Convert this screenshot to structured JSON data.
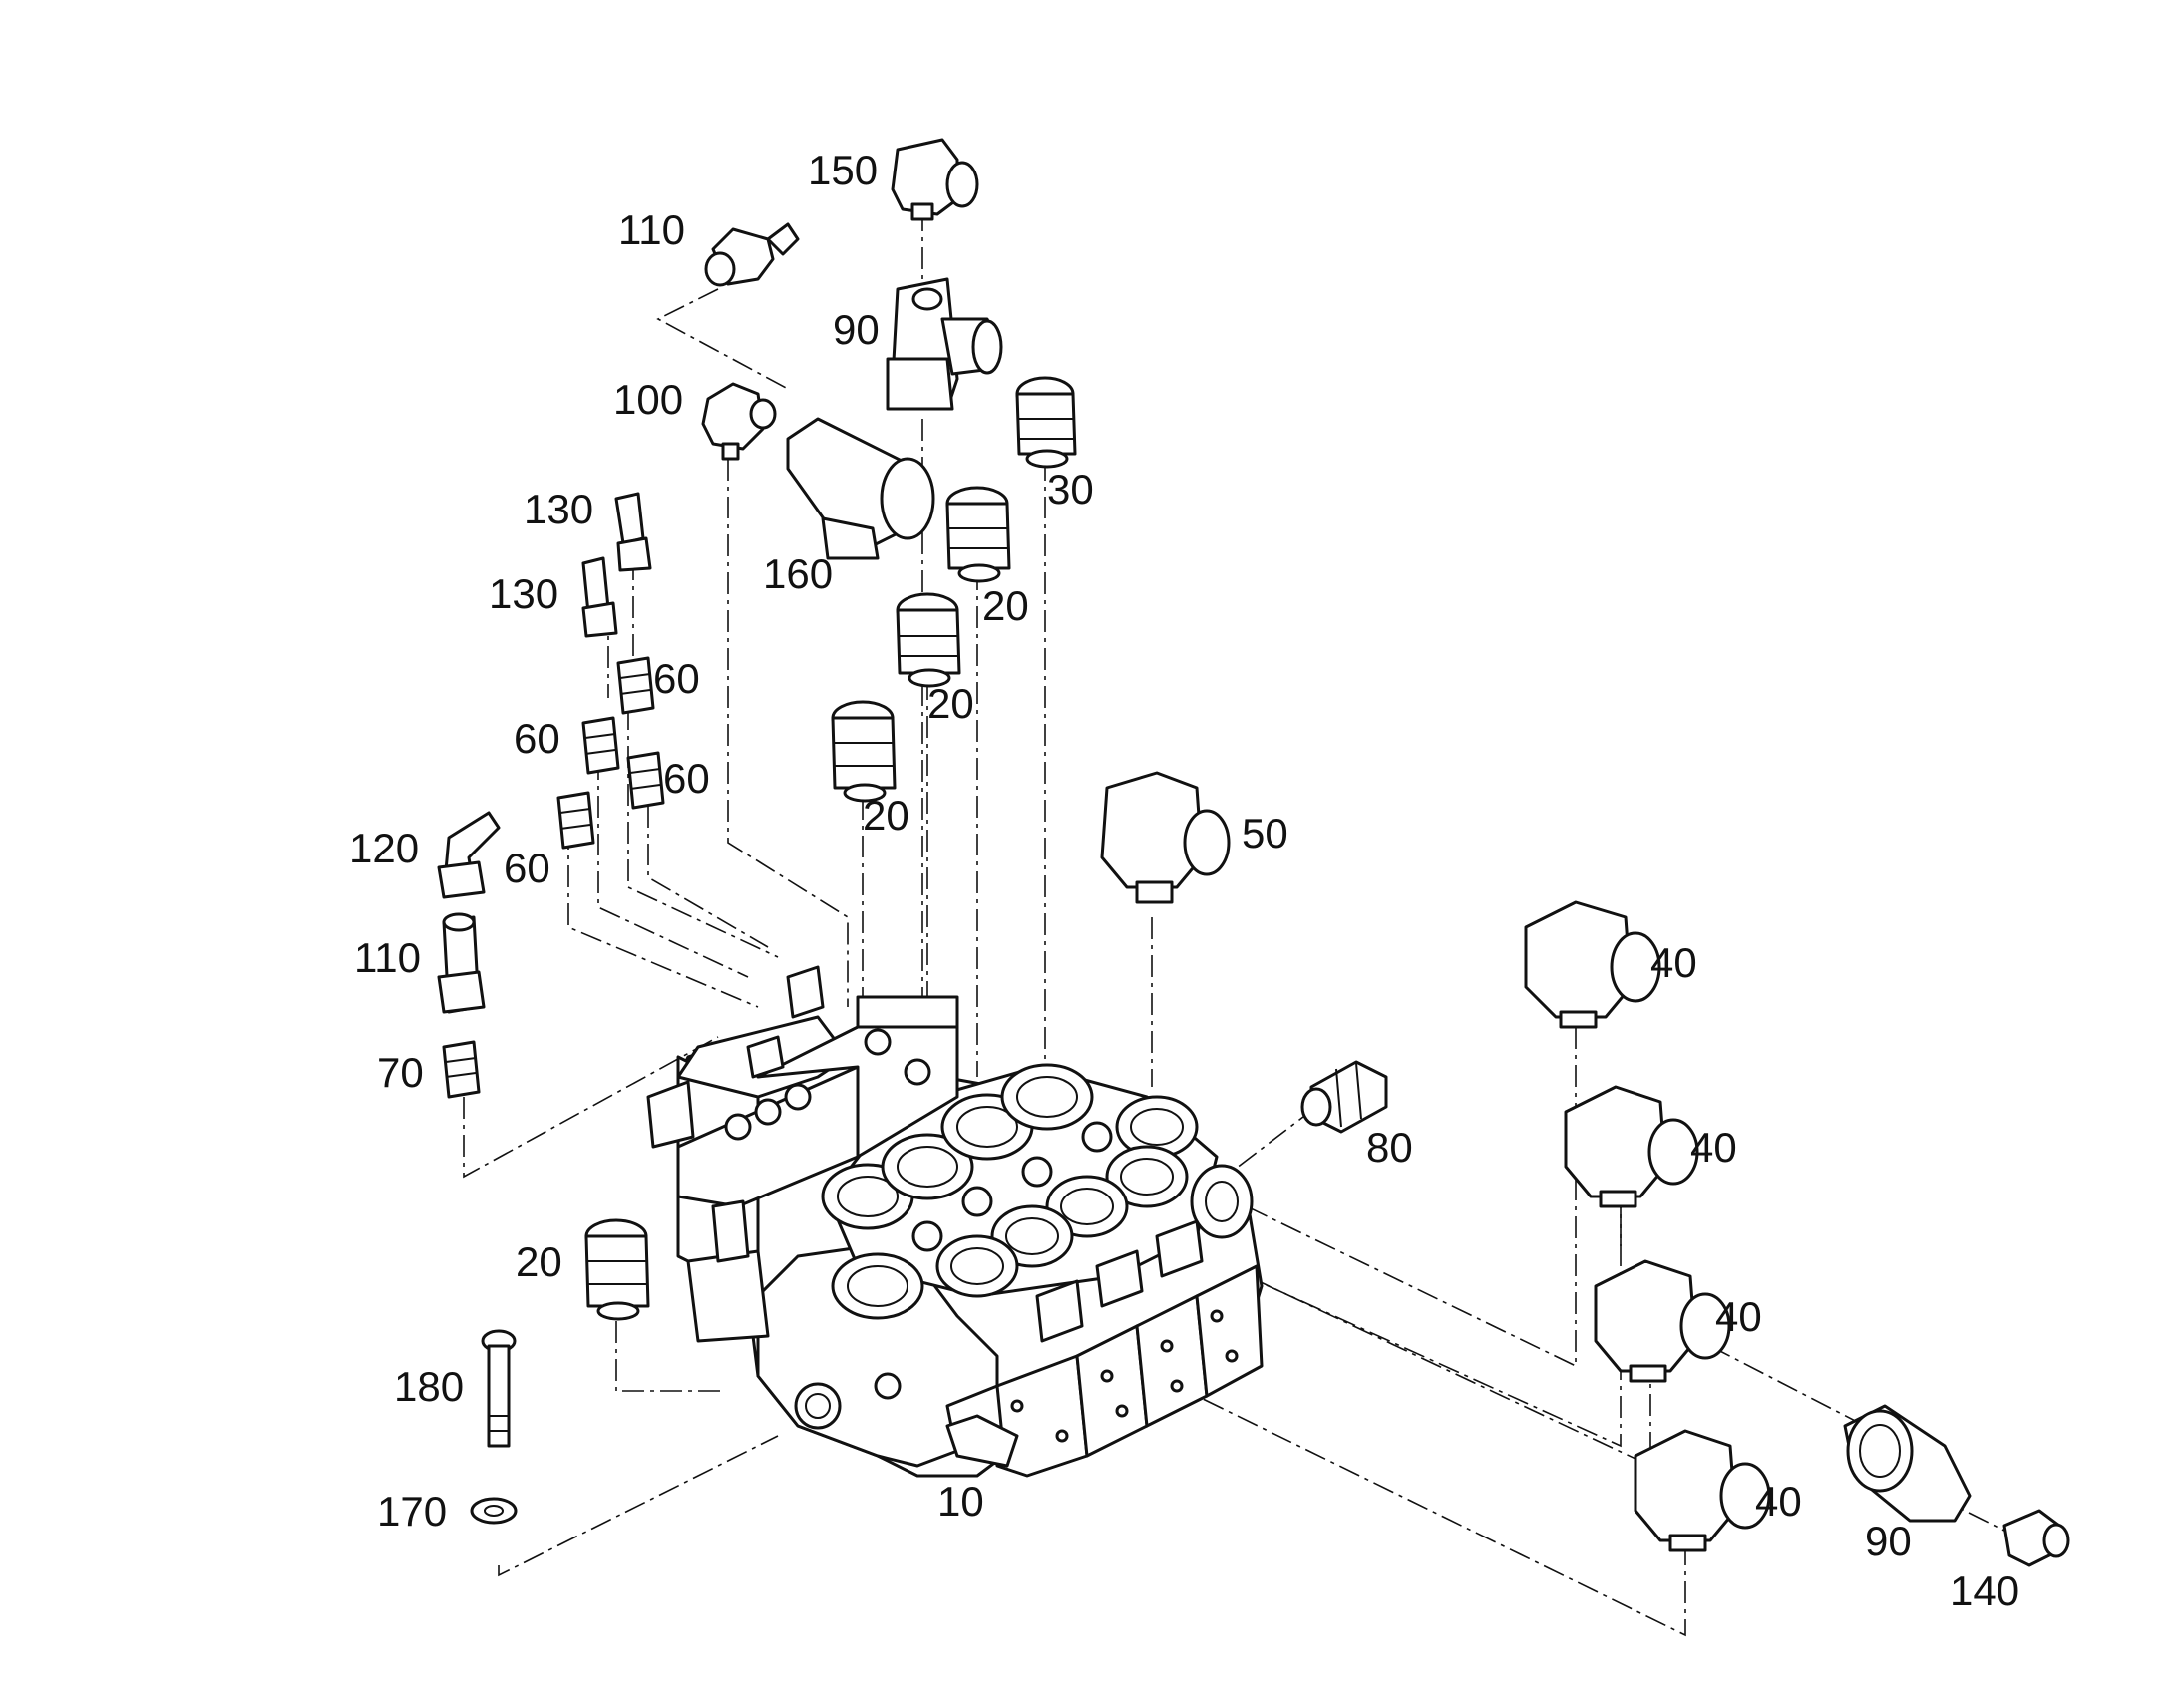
{
  "diagram": {
    "labels": [
      "150",
      "110",
      "90",
      "100",
      "30",
      "130",
      "160",
      "20",
      "130",
      "20",
      "60",
      "60",
      "20",
      "60",
      "20",
      "50",
      "120",
      "60",
      "40",
      "110",
      "80",
      "70",
      "40",
      "20",
      "40",
      "180",
      "10",
      "90",
      "40",
      "170",
      "140"
    ],
    "line_color": "#111111",
    "background": "#ffffff"
  }
}
